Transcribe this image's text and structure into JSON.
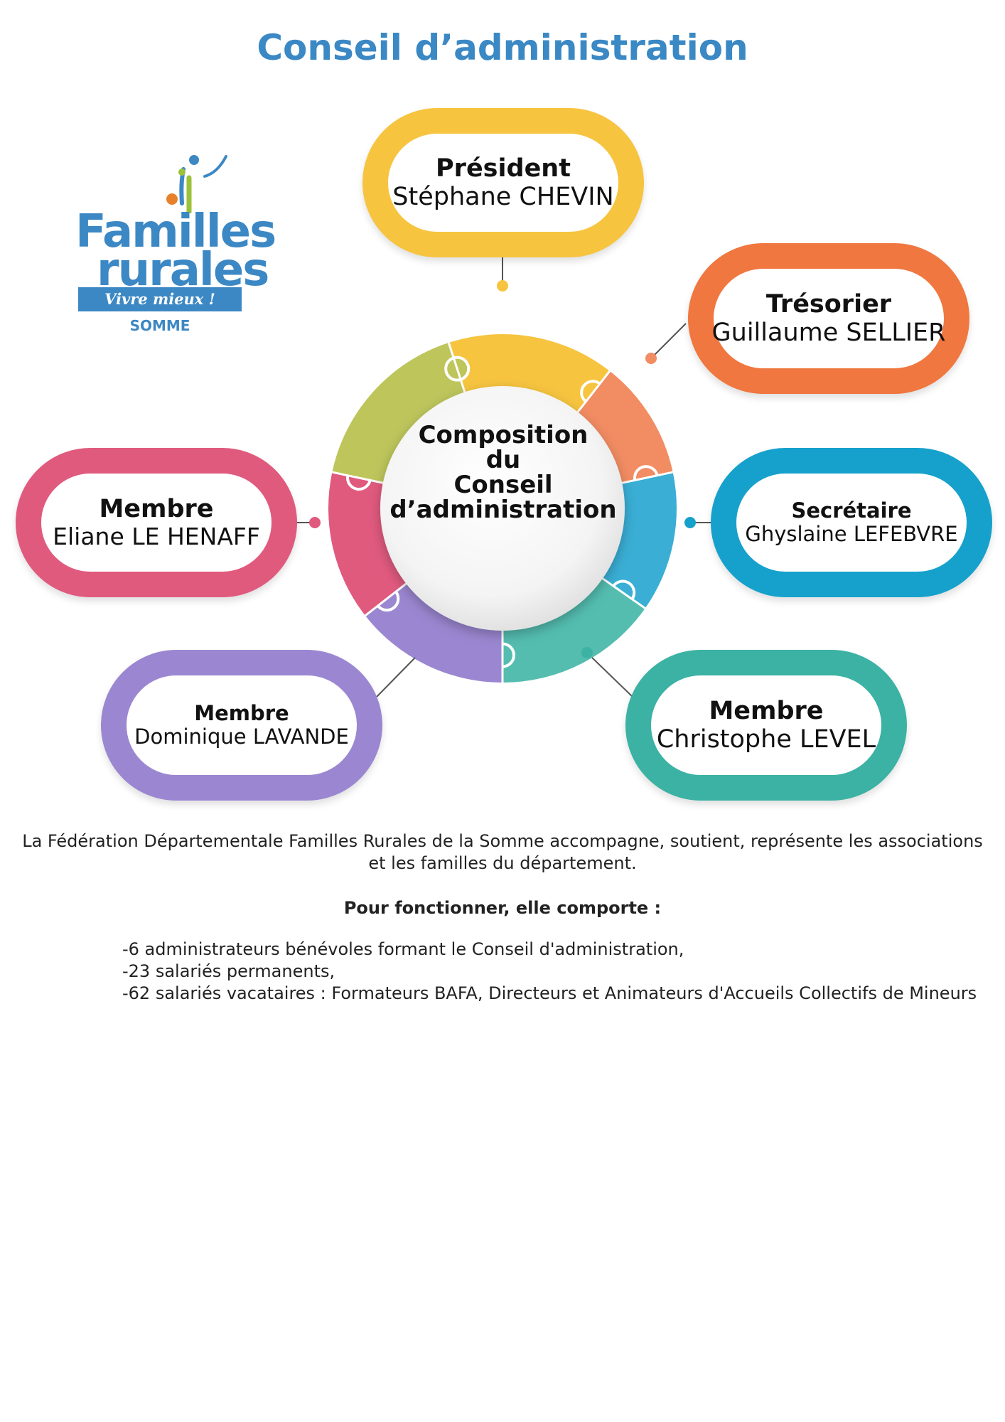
{
  "page": {
    "title": "Conseil d’administration"
  },
  "logo": {
    "word1": "Familles",
    "word2": "rurales",
    "tagline": "Vivre mieux !",
    "region": "SOMME"
  },
  "diagram": {
    "center_lines": [
      "Composition",
      "du",
      "Conseil",
      "d’administration"
    ],
    "colors": {
      "yellow": "#f6c43f",
      "orange": "#f0773f",
      "blue": "#16a1cc",
      "teal": "#3bb2a3",
      "purple": "#9b87d1",
      "pink": "#e05a7e",
      "olive": "#bdc55b"
    },
    "members": [
      {
        "role": "Président",
        "name": "Stéphane CHEVIN",
        "color": "#f6c43f"
      },
      {
        "role": "Trésorier",
        "name": "Guillaume SELLIER",
        "color": "#f0773f"
      },
      {
        "role": "Secrétaire",
        "name": "Ghyslaine LEFEBVRE",
        "color": "#16a1cc"
      },
      {
        "role": "Membre",
        "name": "Christophe LEVEL",
        "color": "#3bb2a3"
      },
      {
        "role": "Membre",
        "name": "Dominique LAVANDE",
        "color": "#9b87d1"
      },
      {
        "role": "Membre",
        "name": "Eliane LE HENAFF",
        "color": "#e05a7e"
      }
    ]
  },
  "description": {
    "intro_line1": "La Fédération Départementale Familles Rurales de la Somme accompagne, soutient, représente les associations",
    "intro_line2": "et les familles du département.",
    "heading": "Pour fonctionner, elle comporte :",
    "items": [
      "-6 administrateurs bénévoles formant le Conseil d'administration,",
      "-23 salariés permanents,",
      "-62 salariés vacataires : Formateurs BAFA, Directeurs et Animateurs d'Accueils Collectifs de Mineurs"
    ]
  }
}
